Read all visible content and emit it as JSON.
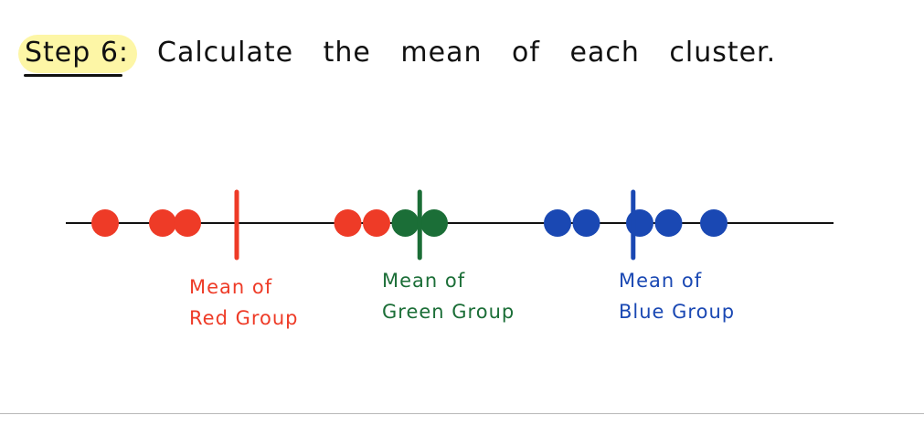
{
  "heading": {
    "step_label": "Step 6:",
    "text": "Calculate the mean of each cluster."
  },
  "colors": {
    "red": "#ee3b27",
    "green": "#1b6e37",
    "blue": "#1a48b3",
    "axis": "#111111",
    "highlight": "#fdf6a6"
  },
  "diagram": {
    "groups": [
      {
        "name": "red",
        "color": "#ee3b27",
        "points": [
          1.0,
          2.4,
          3.0,
          6.9,
          7.6
        ],
        "mean": 4.2,
        "label_line1": "Mean of",
        "label_line2": "Red Group"
      },
      {
        "name": "green",
        "color": "#1b6e37",
        "points": [
          8.3,
          9.0
        ],
        "mean": 8.65,
        "label_line1": "Mean of",
        "label_line2": "Green Group"
      },
      {
        "name": "blue",
        "color": "#1a48b3",
        "points": [
          12.0,
          12.7,
          14.0,
          14.7,
          15.8
        ],
        "mean": 13.84,
        "label_line1": "Mean of",
        "label_line2": "Blue Group"
      }
    ]
  }
}
